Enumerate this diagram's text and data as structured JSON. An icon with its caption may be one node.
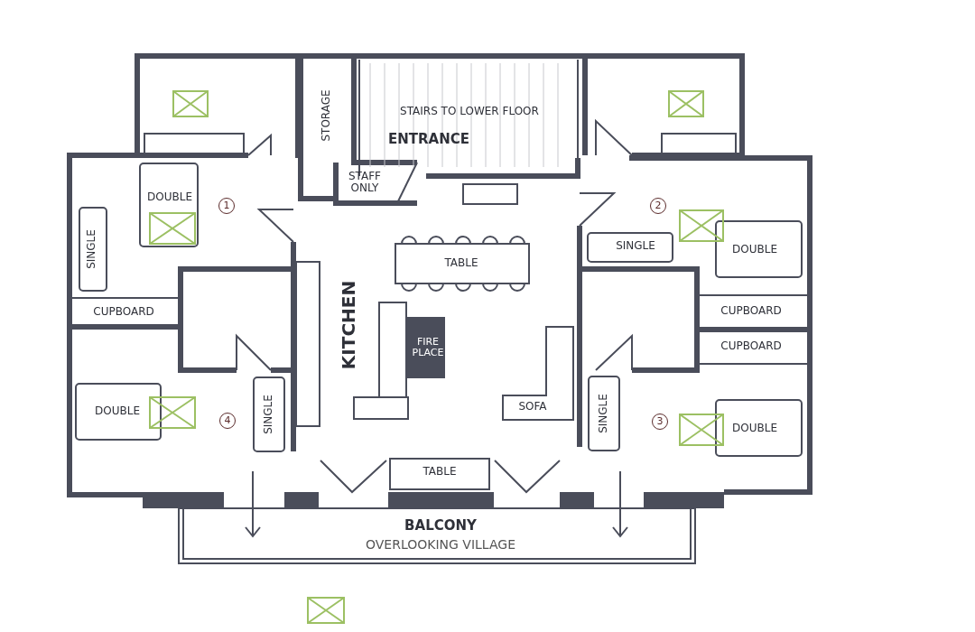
{
  "diagram": {
    "labels": [
      "STORAGE",
      "STAIRS TO LOWER FLOOR",
      "ENTRANCE",
      "STAFF ONLY",
      "DOUBLE",
      "1",
      "2",
      "SINGLE",
      "SINGLE",
      "DOUBLE",
      "TABLE",
      "CUPBOARD",
      "CUPBOARD",
      "FIRE PLACE",
      "CUPBOARD",
      "KITCHEN",
      "DOUBLE",
      "4",
      "SINGLE",
      "SOFA",
      "3",
      "SINGLE",
      "DOUBLE",
      "TABLE",
      "BALCONY",
      "OVERLOOKING VILLAGE"
    ]
  }
}
